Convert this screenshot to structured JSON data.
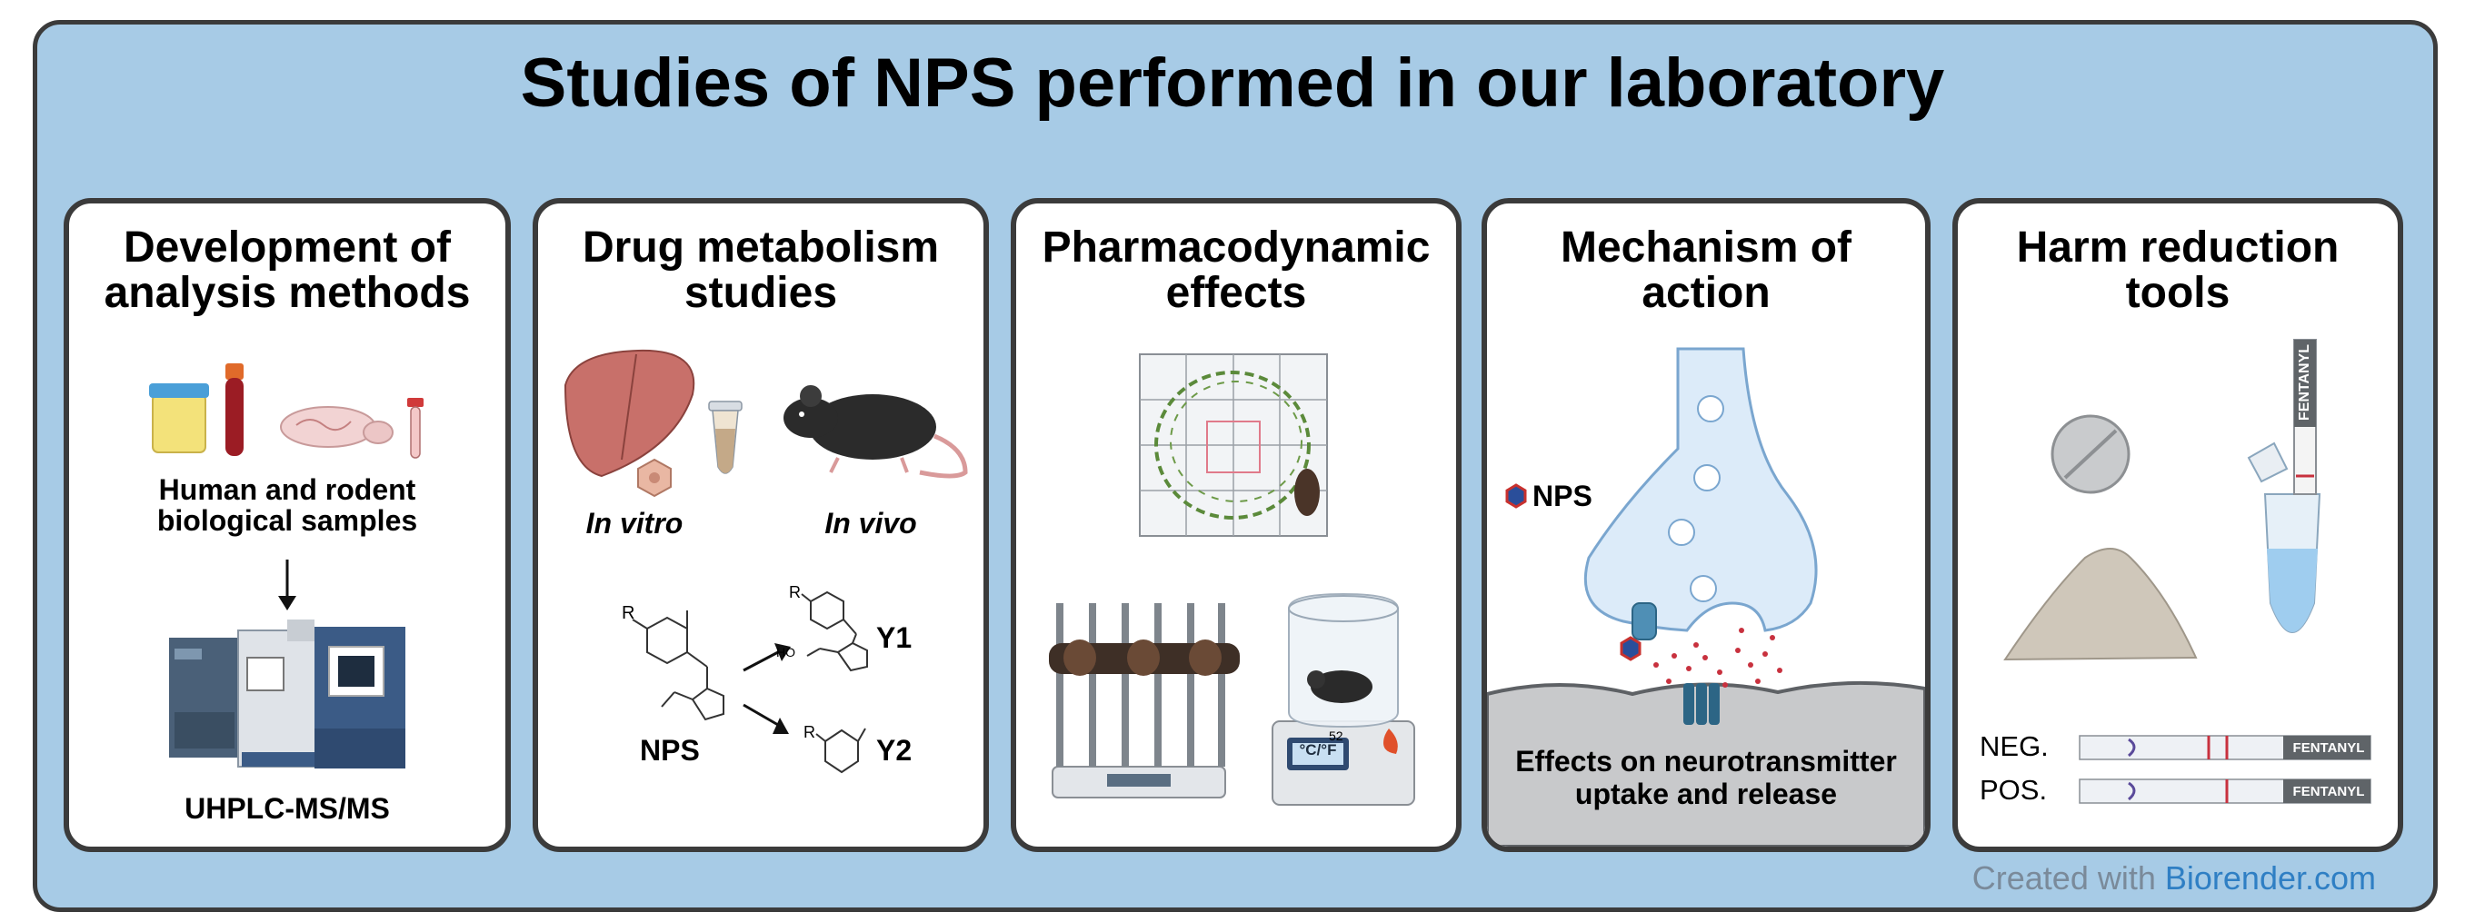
{
  "title": "Studies of NPS performed in our laboratory",
  "panels": [
    {
      "title": [
        "Development of",
        "analysis methods"
      ],
      "samples_label": [
        "Human and rodent",
        "biological samples"
      ],
      "instrument_label": "UHPLC-MS/MS"
    },
    {
      "title": [
        "Drug metabolism",
        "studies"
      ],
      "in_vitro": "In vitro",
      "in_vivo": "In vivo",
      "parent_label": "NPS",
      "r1": "R",
      "r2": "R",
      "r3": "R",
      "ho": "HO",
      "y1": "Y1",
      "y2": "Y2"
    },
    {
      "title": [
        "Pharmacodynamic",
        "effects"
      ],
      "thermo_readout": "52",
      "thermo_unit": "°C/°F"
    },
    {
      "title": [
        "Mechanism of",
        "action"
      ],
      "nps_legend": "NPS",
      "effects_label": [
        "Effects on neurotransmitter",
        "uptake and release"
      ]
    },
    {
      "title": [
        "Harm reduction",
        "tools"
      ],
      "strip_brand": "FENTANYL",
      "neg_label": "NEG.",
      "pos_label": "POS."
    }
  ],
  "credit": {
    "prefix": "Created with ",
    "link": "Biorender.com"
  },
  "colors": {
    "background": "#a7cbe6",
    "panel_border": "#3b3b3b",
    "link": "#2f7fc4",
    "neuron": "#dcebf9"
  }
}
